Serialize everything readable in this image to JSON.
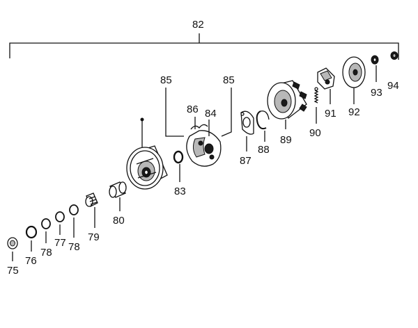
{
  "callouts": {
    "c82": "82",
    "c85a": "85",
    "c85b": "85",
    "c86": "86",
    "c84": "84",
    "c83": "83",
    "c80": "80",
    "c79": "79",
    "c78a": "78",
    "c77": "77",
    "c78b": "78",
    "c76": "76",
    "c75": "75",
    "c87": "87",
    "c88": "88",
    "c89": "89",
    "c90": "90",
    "c91": "91",
    "c92": "92",
    "c93": "93",
    "c94": "94"
  }
}
